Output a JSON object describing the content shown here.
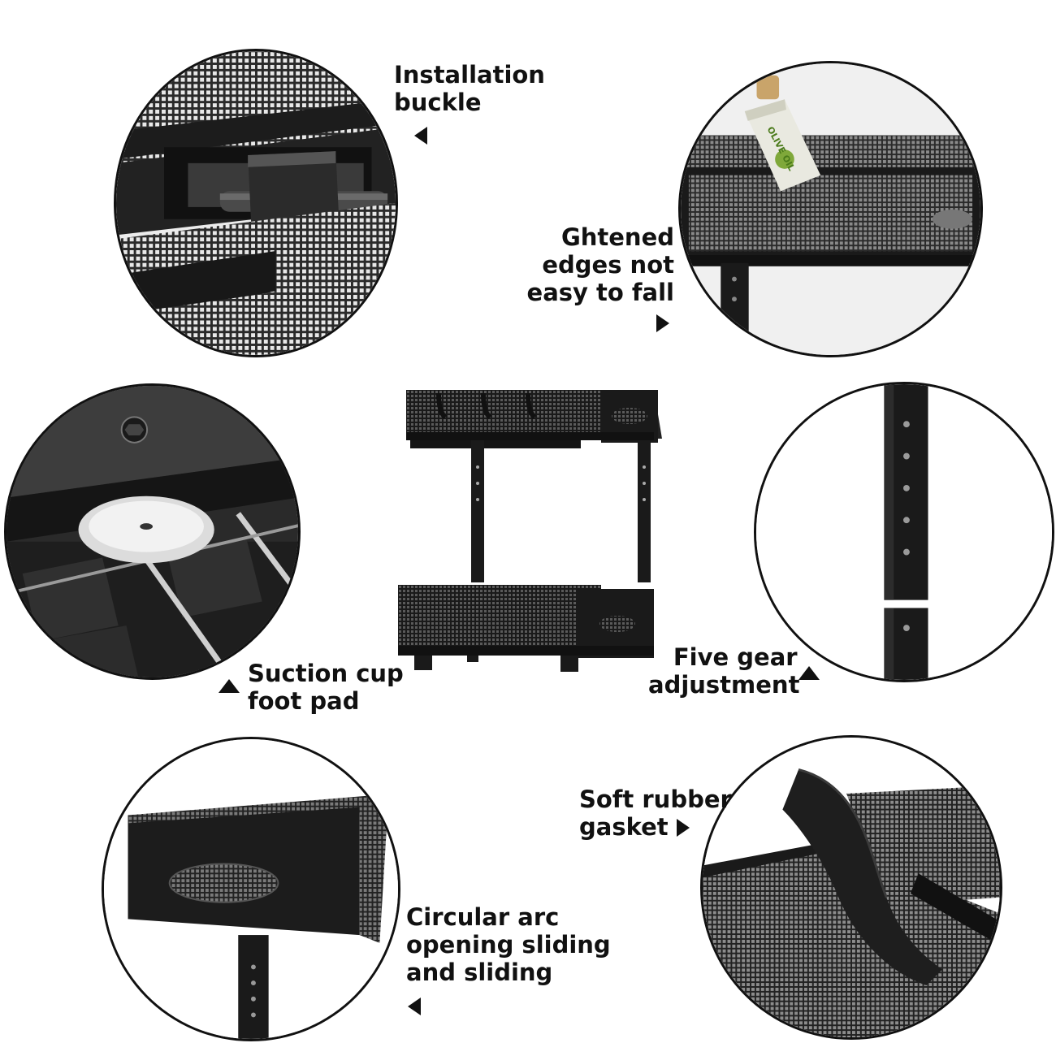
{
  "features": {
    "installation": {
      "lines": [
        "Installation",
        "buckle"
      ]
    },
    "edges": {
      "lines": [
        "Ghtened",
        "edges not",
        "easy to fall"
      ]
    },
    "suction": {
      "lines": [
        "Suction cup",
        "foot pad"
      ]
    },
    "gear": {
      "lines": [
        "Five gear",
        "adjustment"
      ]
    },
    "arc": {
      "lines": [
        "Circular arc",
        "opening sliding",
        "and sliding"
      ]
    },
    "gasket": {
      "lines": [
        "Soft rubber",
        "gasket"
      ]
    }
  },
  "carton_text": "OLIVE OIL",
  "colors": {
    "metal": "#1a1a1a",
    "outline": "#111111",
    "background": "#ffffff"
  }
}
